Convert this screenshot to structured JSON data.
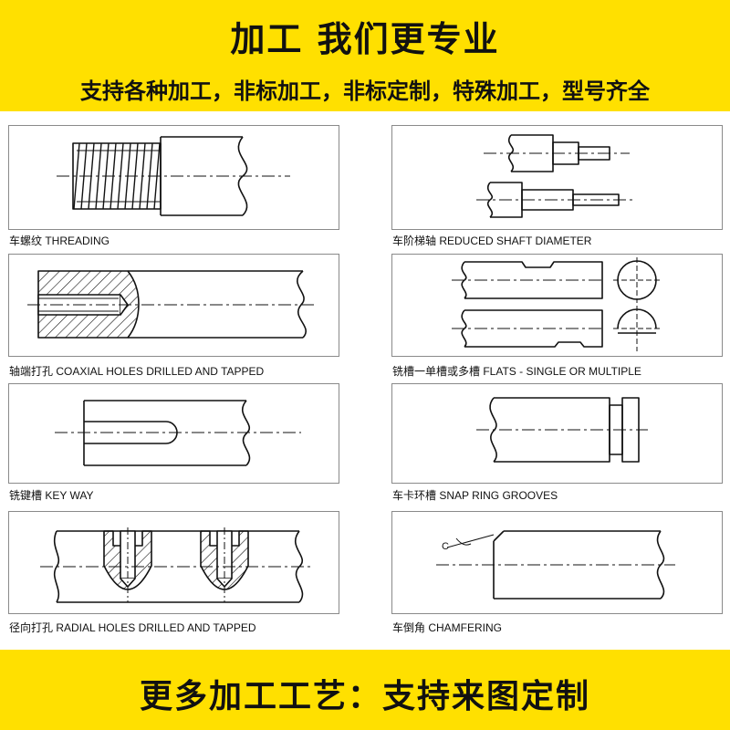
{
  "header": {
    "title": "加工 我们更专业",
    "subtitle": "支持各种加工，非标加工，非标定制，特殊加工，型号齐全"
  },
  "panels": [
    {
      "caption": "车螺纹 THREADING"
    },
    {
      "caption": "车阶梯轴 REDUCED SHAFT DIAMETER"
    },
    {
      "caption": "轴端打孔 COAXIAL HOLES DRILLED AND TAPPED"
    },
    {
      "caption": "铣槽一单槽或多槽 FLATS - SINGLE OR MULTIPLE"
    },
    {
      "caption": "铣键槽 KEY WAY"
    },
    {
      "caption": "车卡环槽 SNAP RING GROOVES"
    },
    {
      "caption": "径向打孔 RADIAL HOLES DRILLED AND TAPPED"
    },
    {
      "caption": "车倒角 CHAMFERING"
    }
  ],
  "chamfer_label": "C",
  "footer": {
    "title": "更多加工工艺：支持来图定制"
  },
  "colors": {
    "banner": "#ffe000",
    "line": "#111111",
    "panel_border": "#8a8a8a"
  }
}
